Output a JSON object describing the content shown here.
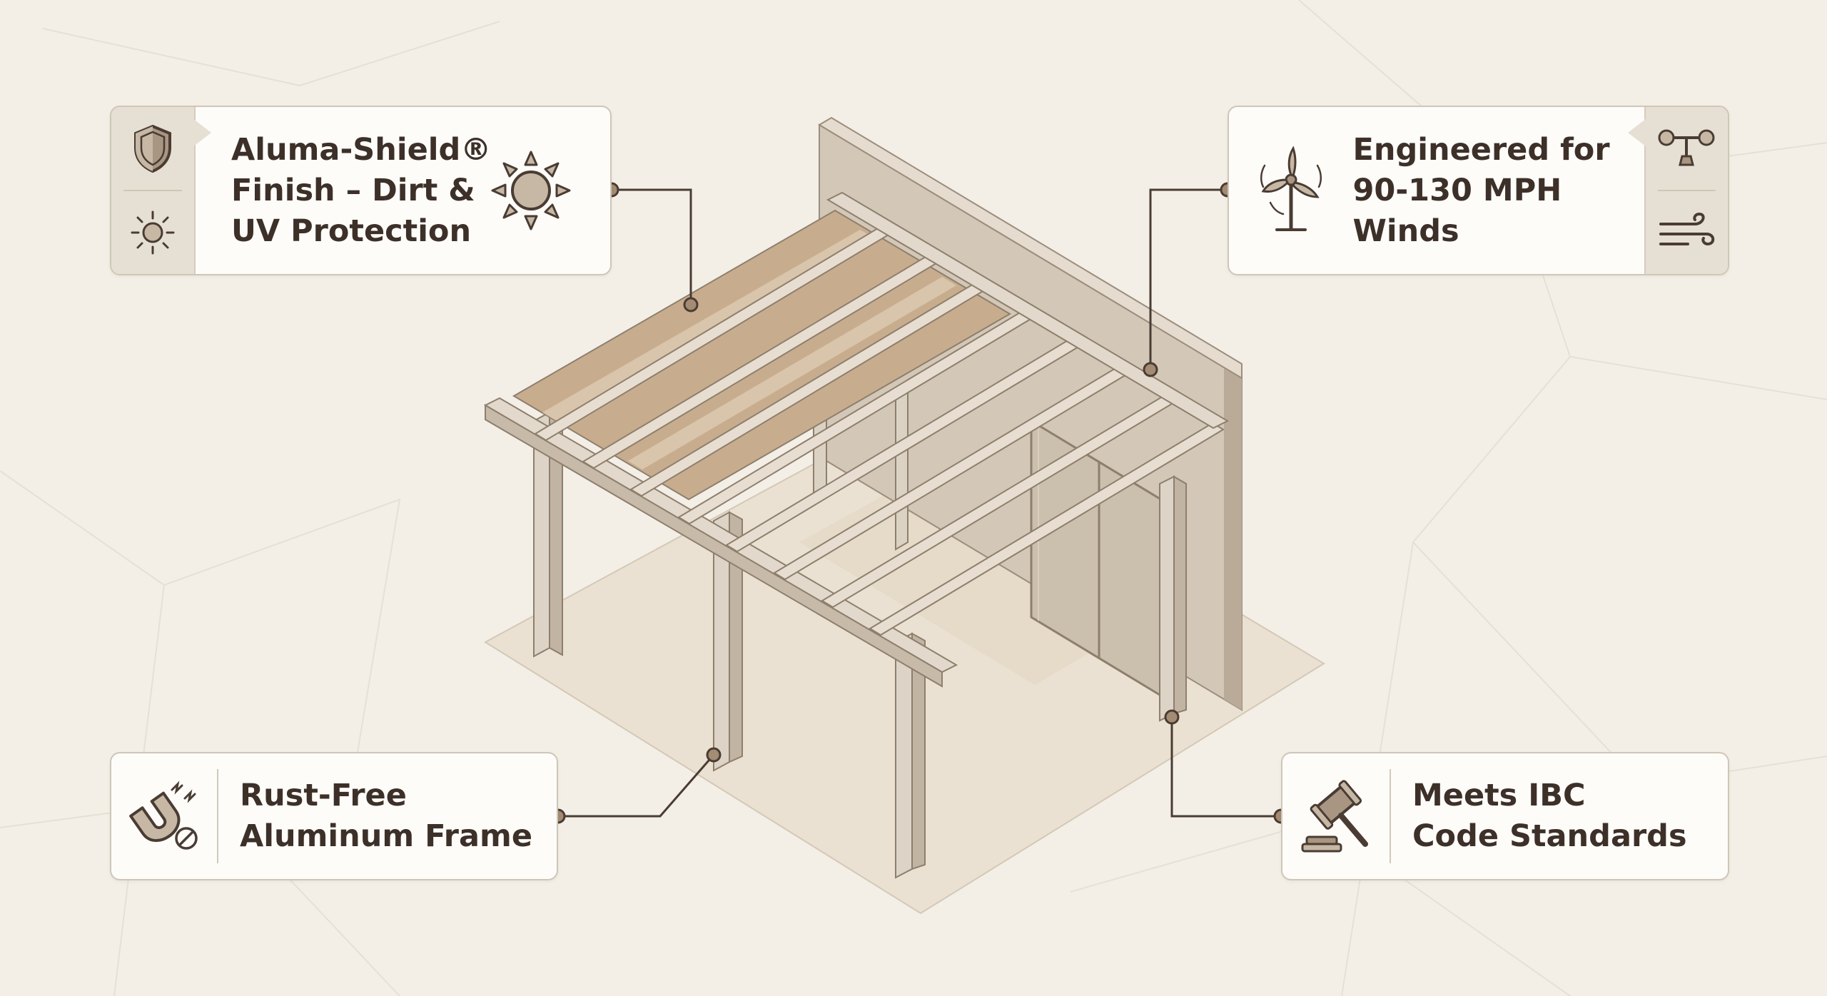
{
  "features": {
    "finish": {
      "lines": [
        "Aluma-Shield®",
        "Finish – Dirt &",
        "UV Protection"
      ]
    },
    "winds": {
      "lines": [
        "Engineered for",
        "90-130 MPH",
        "Winds"
      ]
    },
    "frame": {
      "lines": [
        "Rust-Free",
        "Aluminum Frame"
      ]
    },
    "code": {
      "lines": [
        "Meets IBC",
        "Code Standards"
      ]
    }
  },
  "icons": {
    "finish": [
      "shield-icon",
      "sun-icon",
      "large-sun-icon"
    ],
    "winds": [
      "wind-turbine-icon",
      "anemometer-icon",
      "wind-icon"
    ],
    "frame": [
      "magnet-no-rust-icon"
    ],
    "code": [
      "gavel-icon"
    ]
  },
  "colors": {
    "background": "#f3efe7",
    "card_border": "#cfc6b8",
    "text": "#3d3029",
    "roof_panel": "#c7ad8e",
    "frame": "#d6ccbe",
    "leader_line": "#4a3c33",
    "icon_fill": "#a89682"
  }
}
